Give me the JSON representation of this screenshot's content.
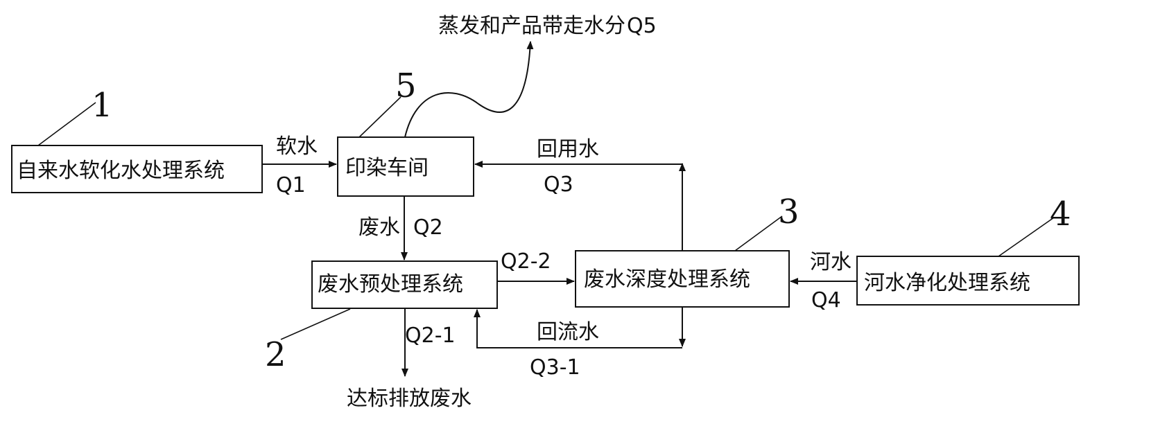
{
  "nodes": {
    "tap_softening": {
      "label": "自来水软化水处理系统",
      "number": "1"
    },
    "dyeing_workshop": {
      "label": "印染车间",
      "number": "5"
    },
    "pretreatment": {
      "label": "废水预处理系统",
      "number": "2"
    },
    "advanced_treatment": {
      "label": "废水深度处理系统",
      "number": "3"
    },
    "river_purification": {
      "label": "河水净化处理系统",
      "number": "4"
    }
  },
  "flows": {
    "soft_water": {
      "name": "软水",
      "code": "Q1"
    },
    "wastewater": {
      "name": "废水",
      "code": "Q2"
    },
    "recycled_water": {
      "name": "回用水",
      "code": "Q3"
    },
    "river_water": {
      "name": "河水",
      "code": "Q4"
    },
    "evaporation": {
      "name": "蒸发和产品带走水分",
      "code": "Q5"
    },
    "to_advanced": {
      "code": "Q2-2"
    },
    "discharge": {
      "name": "达标排放废水",
      "code": "Q2-1"
    },
    "return_water": {
      "name": "回流水",
      "code": "Q3-1"
    }
  }
}
